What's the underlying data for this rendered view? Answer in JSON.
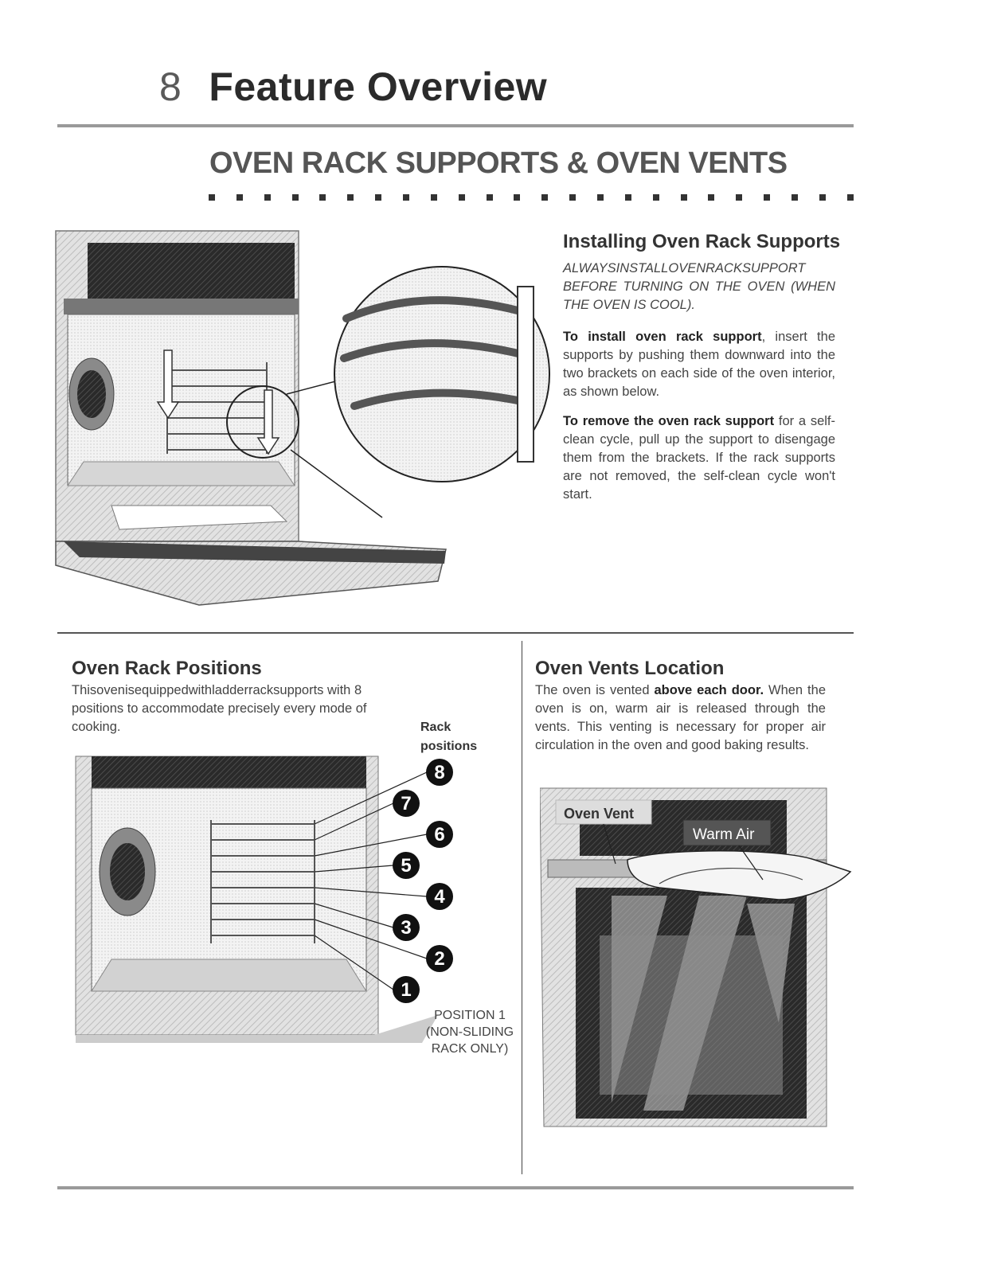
{
  "chapter": {
    "number": "8",
    "title": "Feature Overview"
  },
  "section_title": "OVEN RACK SUPPORTS & OVEN VENTS",
  "install": {
    "title": "Installing Oven Rack Supports",
    "warning": "ALWAYSINSTALLOVENRACKSUPPORT BEFORE TURNING ON THE OVEN (WHEN THE OVEN IS COOL).",
    "p1_bold": "To install oven rack support",
    "p1_rest": ", insert the supports by pushing them downward into the two brackets on each side of the oven interior, as shown below.",
    "p2_bold": "To remove the oven rack support",
    "p2_rest": " for a self-clean cycle, pull up the support to disengage them from the brackets. If the rack supports are not removed, the self-clean cycle won't start."
  },
  "positions": {
    "title": "Oven Rack Positions",
    "text": "Thisovenisequippedwithladderracksupports with 8 positions to accommodate precisely every mode of cooking.",
    "rack_label_line1": "Rack",
    "rack_label_line2": "positions",
    "numbers": [
      "8",
      "7",
      "6",
      "5",
      "4",
      "3",
      "2",
      "1"
    ],
    "note_line1": "POSITION 1",
    "note_line2": "(NON-SLIDING",
    "note_line3": "RACK ONLY)"
  },
  "vents": {
    "title": "Oven Vents Location",
    "text_before": "The oven is vented ",
    "text_bold": "above each door.",
    "text_after": " When the oven is on, warm air is released through the vents. This venting is necessary for proper air circulation in the oven and good baking results.",
    "label_vent": "Oven Vent",
    "label_air": "Warm Air"
  }
}
